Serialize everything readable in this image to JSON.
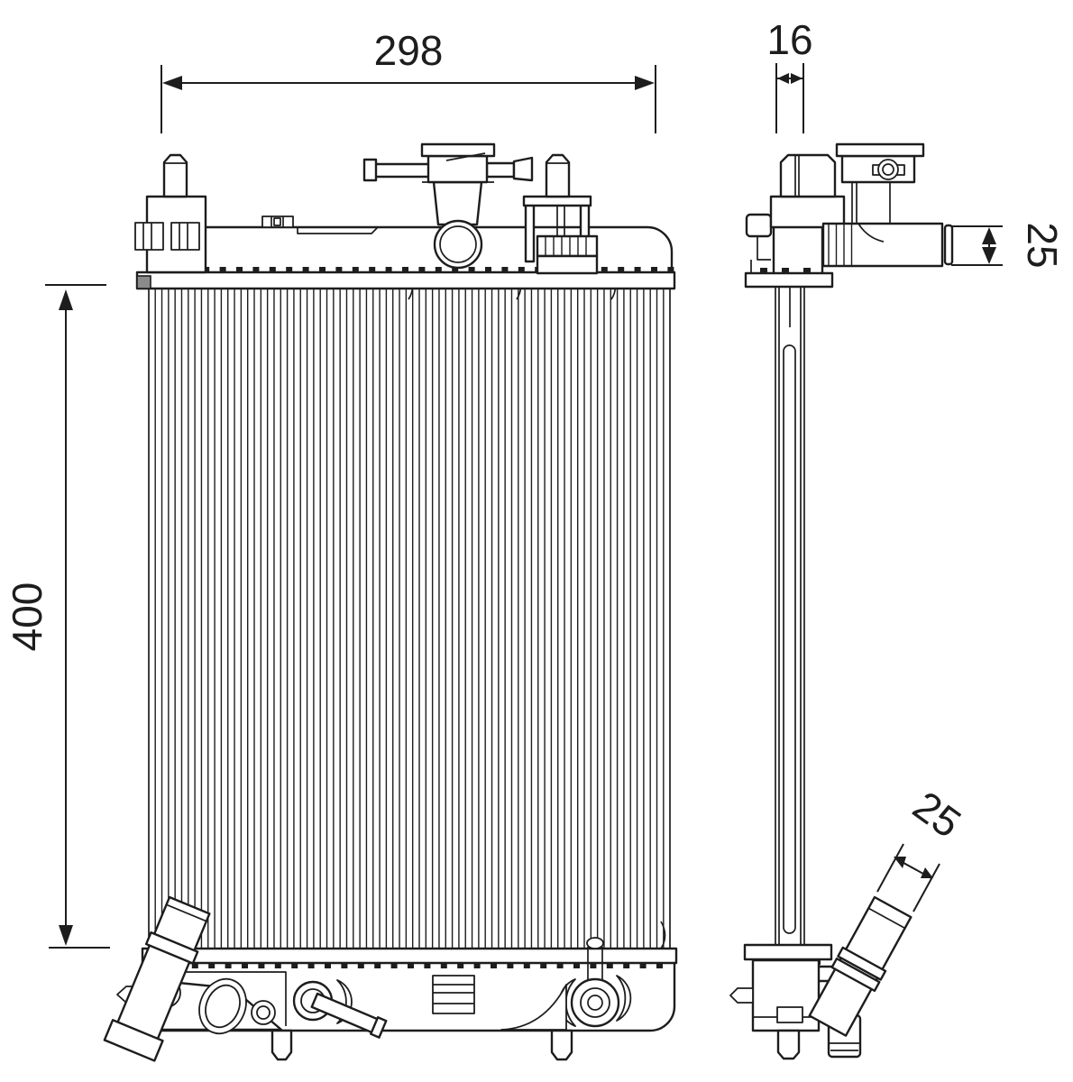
{
  "drawing": {
    "subject": "radiator-technical-drawing",
    "background": "#ffffff",
    "line_color": "#1d1d1d",
    "views": {
      "front": "radiator front elevation with top tank, finned core, bottom tank, hoses and brackets",
      "side": "radiator side profile with filler cap, outlet pipes and mounting feet"
    },
    "dimensions": {
      "overall_width": "298",
      "core_depth": "16",
      "top_outlet_diameter": "25",
      "overall_height": "400",
      "bottom_outlet_diameter": "25"
    }
  }
}
